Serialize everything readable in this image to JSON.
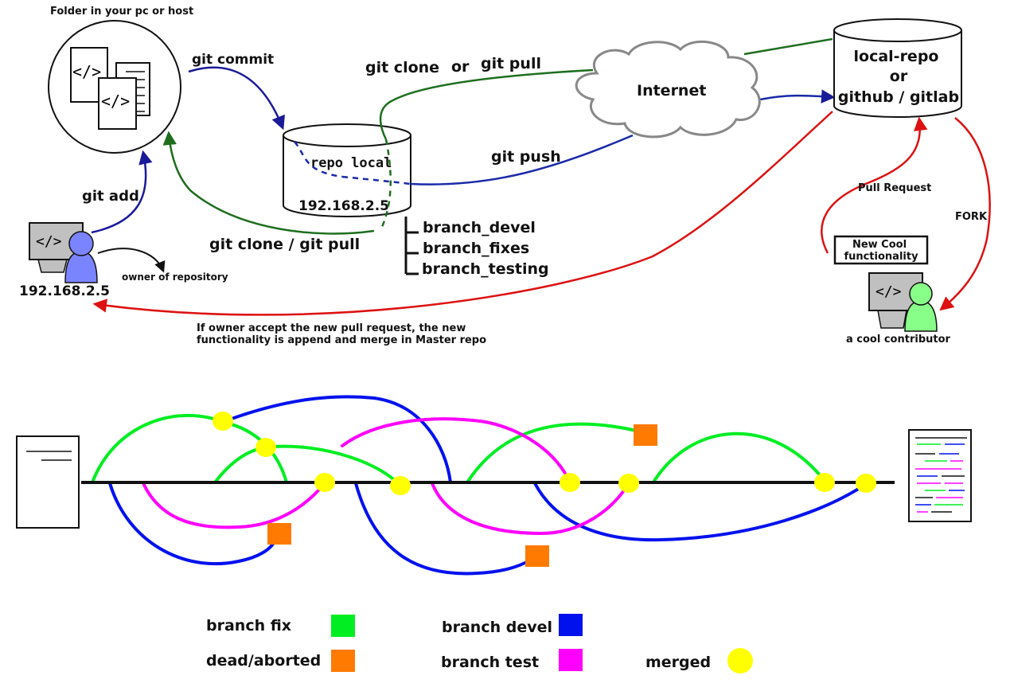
{
  "top": {
    "folder_caption": "Folder in your pc or host",
    "git_commit": "git commit",
    "git_add": "git add",
    "git_clone_or_pull": {
      "clone": "git clone",
      "or": "or",
      "pull": "git pull"
    },
    "git_clone_git_pull": "git clone / git pull",
    "git_push": "git push",
    "internet": "Internet",
    "repo_local": {
      "title": "repo local",
      "ip": "192.168.2.5"
    },
    "branches": [
      "branch_devel",
      "branch_fixes",
      "branch_testing"
    ],
    "owner": {
      "ip": "192.168.2.5",
      "caption": "owner of repository"
    },
    "remote_repo": {
      "line1": "local-repo",
      "line2": "or",
      "line3": "github / gitlab"
    },
    "pull_request": "Pull Request",
    "fork": "FORK",
    "new_cool": {
      "line1": "New Cool",
      "line2": "functionality"
    },
    "contributor": "a cool contributor",
    "merge_note": {
      "line1": "If owner accept the new pull request, the new",
      "line2": "functionality is append and merge in Master repo"
    },
    "code_glyph": "</>"
  },
  "legend": [
    {
      "key": "fix",
      "label": "branch fix",
      "color": "#00ee22",
      "shape": "square"
    },
    {
      "key": "devel",
      "label": "branch devel",
      "color": "#0011ee",
      "shape": "square"
    },
    {
      "key": "dead",
      "label": "dead/aborted",
      "color": "#ff7a00",
      "shape": "square"
    },
    {
      "key": "test",
      "label": "branch test",
      "color": "#ff00ff",
      "shape": "square"
    },
    {
      "key": "merged",
      "label": "merged",
      "color": "#ffff00",
      "shape": "circle"
    }
  ],
  "colors": {
    "commit_arrow": "#1a1a99",
    "clone_arrow": "#1e6e1e",
    "push_arrow": "#1a2aa8",
    "pull_request_arrow": "#dd1111",
    "owner_person": "#7b84ff",
    "contributor_person": "#88ff88",
    "monitor": "#c0c0c0"
  }
}
